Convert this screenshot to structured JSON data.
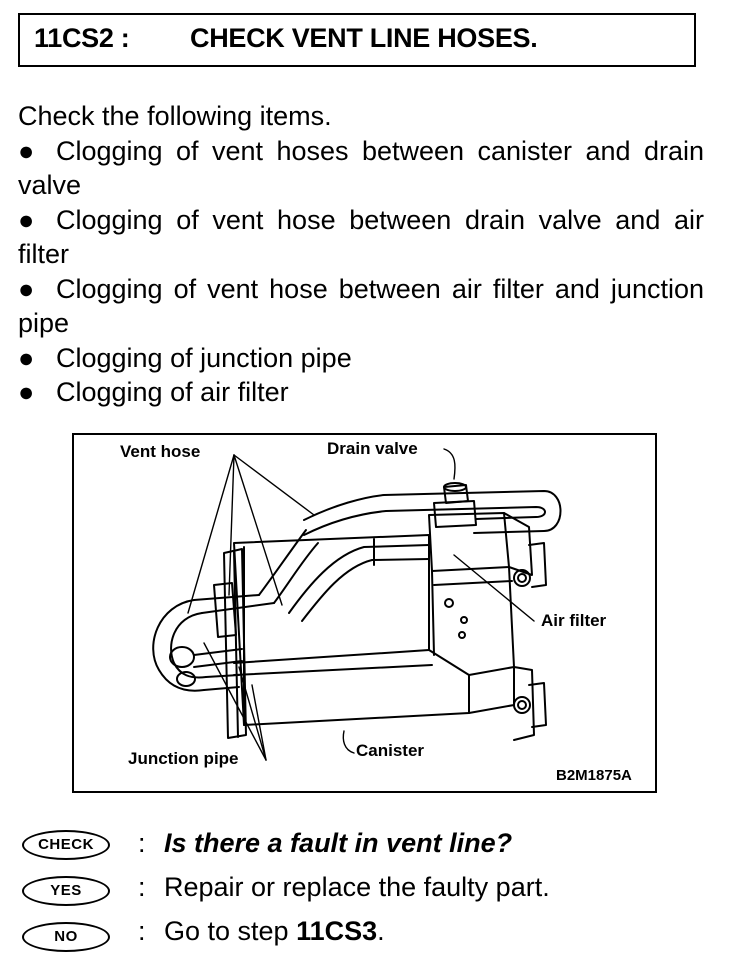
{
  "header": {
    "step_id": "11CS2 :",
    "title": "CHECK VENT LINE HOSES."
  },
  "intro": "Check the following items.",
  "check_items": [
    "Clogging of vent hoses between canister and drain valve",
    "Clogging of vent hose between drain valve and air filter",
    "Clogging of vent hose between air filter and junction pipe",
    "Clogging of junction pipe",
    "Clogging of air filter"
  ],
  "figure": {
    "labels": {
      "vent_hose": "Vent hose",
      "drain_valve": "Drain valve",
      "air_filter": "Air filter",
      "junction_pipe": "Junction pipe",
      "canister": "Canister",
      "figure_code": "B2M1875A"
    }
  },
  "diagnosis": {
    "check": {
      "badge": "CHECK",
      "colon": ":",
      "text": "Is there a fault in vent line?"
    },
    "yes": {
      "badge": "YES",
      "colon": ":",
      "text": "Repair or replace the faulty part."
    },
    "no": {
      "badge": "NO",
      "colon": ":",
      "text_prefix": "Go to step ",
      "step_ref": "11CS3",
      "text_suffix": "."
    }
  }
}
